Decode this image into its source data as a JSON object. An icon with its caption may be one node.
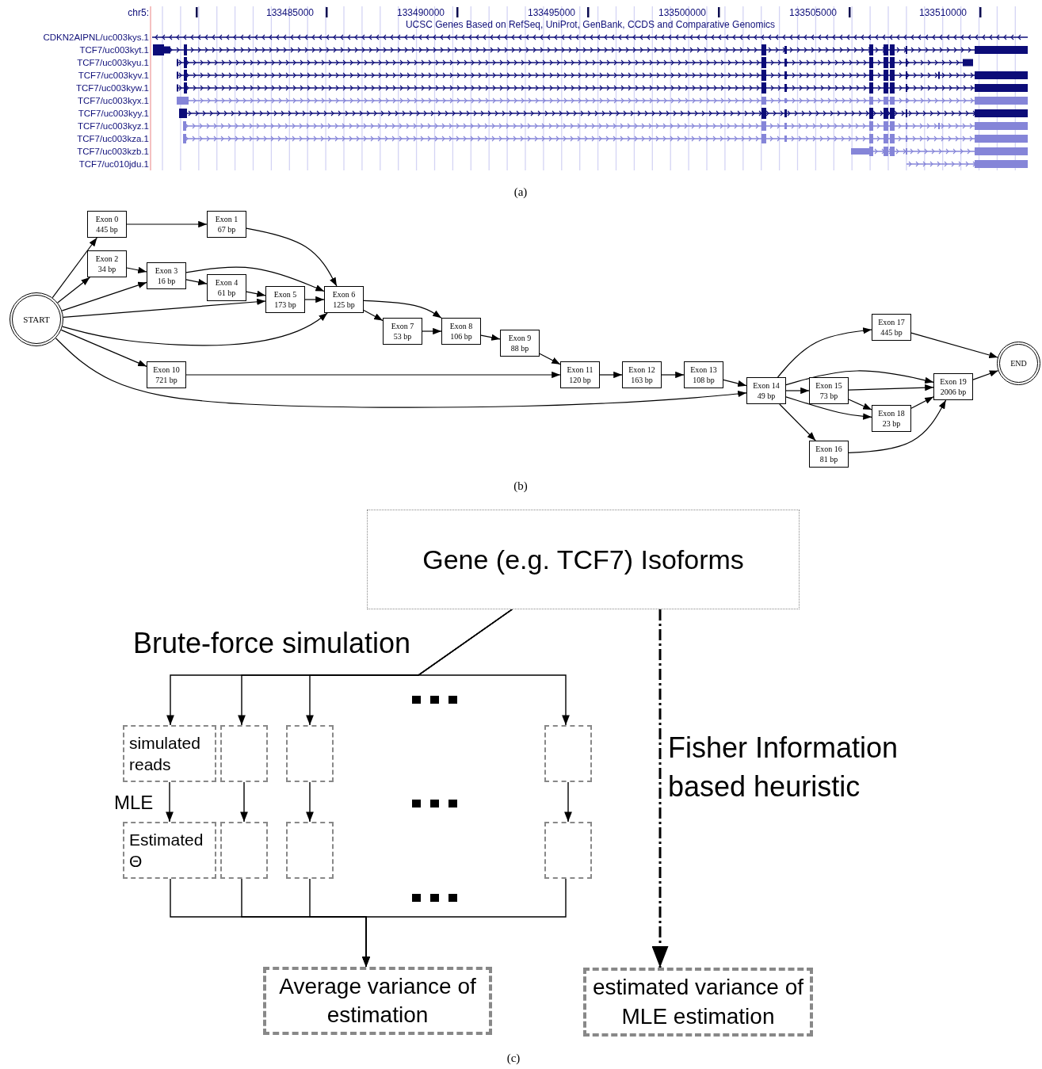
{
  "diagram": {
    "nodes": [
      {
        "text": [
          "START"
        ]
      },
      {
        "text": [
          "Exon 0",
          "445 bp"
        ]
      },
      {
        "text": [
          "Exon 1",
          "67 bp"
        ]
      },
      {
        "text": [
          "Exon 2",
          "34 bp"
        ]
      },
      {
        "text": [
          "Exon 3",
          "16 bp"
        ]
      },
      {
        "text": [
          "Exon 4",
          "61 bp"
        ]
      },
      {
        "text": [
          "Exon 5",
          "173 bp"
        ]
      },
      {
        "text": [
          "Exon 6",
          "125 bp"
        ]
      },
      {
        "text": [
          "Exon 7",
          "53 bp"
        ]
      },
      {
        "text": [
          "Exon 8",
          "106 bp"
        ]
      },
      {
        "text": [
          "Exon 9",
          "88 bp"
        ]
      },
      {
        "text": [
          "Exon 10",
          "721 bp"
        ]
      },
      {
        "text": [
          "Exon 11",
          "120 bp"
        ]
      },
      {
        "text": [
          "Exon 12",
          "163 bp"
        ]
      },
      {
        "text": [
          "Exon 13",
          "108 bp"
        ]
      },
      {
        "text": [
          "Exon 14",
          "49 bp"
        ]
      },
      {
        "text": [
          "Exon 15",
          "73 bp"
        ]
      },
      {
        "text": [
          "Exon 16",
          "81 bp"
        ]
      },
      {
        "text": [
          "Exon 17",
          "445 bp"
        ]
      },
      {
        "text": [
          "Exon 18",
          "23 bp"
        ]
      },
      {
        "text": [
          "Exon 19",
          "2006 bp"
        ]
      },
      {
        "text": [
          "END"
        ]
      },
      {
        "text": [
          "Gene (e.g. TCF7) Isoforms"
        ]
      },
      {
        "text": [
          "simulated reads"
        ]
      },
      {
        "text": [],
        "shape": "box"
      },
      {
        "text": [],
        "shape": "box"
      },
      {
        "text": [],
        "shape": "box"
      },
      {
        "text": [
          "Estimated Θ"
        ]
      },
      {
        "text": [],
        "shape": "box"
      },
      {
        "text": [],
        "shape": "box"
      },
      {
        "text": [],
        "shape": "box"
      },
      {
        "text": [
          "Average variance of estimation"
        ]
      },
      {
        "text": [
          "estimated variance of MLE estimation"
        ]
      }
    ],
    "edges": [
      {
        "from": 0,
        "to": 1,
        "arrow": "to"
      },
      {
        "from": 0,
        "to": 3,
        "arrow": "to"
      },
      {
        "from": 0,
        "to": 4,
        "arrow": "to"
      },
      {
        "from": 0,
        "to": 6,
        "arrow": "to"
      },
      {
        "from": 0,
        "to": 7,
        "arrow": "to"
      },
      {
        "from": 0,
        "to": 11,
        "arrow": "to"
      },
      {
        "from": 0,
        "to": 15,
        "arrow": "to"
      },
      {
        "from": 1,
        "to": 2,
        "arrow": "to"
      },
      {
        "from": 2,
        "to": 7,
        "arrow": "to"
      },
      {
        "from": 3,
        "to": 4,
        "arrow": "to"
      },
      {
        "from": 4,
        "to": 5,
        "arrow": "to"
      },
      {
        "from": 4,
        "to": 7,
        "arrow": "to"
      },
      {
        "from": 5,
        "to": 6,
        "arrow": "to"
      },
      {
        "from": 6,
        "to": 7,
        "arrow": "to"
      },
      {
        "from": 7,
        "to": 8,
        "arrow": "to"
      },
      {
        "from": 7,
        "to": 9,
        "arrow": "to"
      },
      {
        "from": 8,
        "to": 9,
        "arrow": "to"
      },
      {
        "from": 9,
        "to": 10,
        "arrow": "to"
      },
      {
        "from": 10,
        "to": 12,
        "arrow": "to"
      },
      {
        "from": 11,
        "to": 12,
        "arrow": "to"
      },
      {
        "from": 12,
        "to": 13,
        "arrow": "to"
      },
      {
        "from": 13,
        "to": 14,
        "arrow": "to"
      },
      {
        "from": 14,
        "to": 15,
        "arrow": "to"
      },
      {
        "from": 15,
        "to": 18,
        "arrow": "to"
      },
      {
        "from": 15,
        "to": 20,
        "arrow": "to"
      },
      {
        "from": 15,
        "to": 16,
        "arrow": "to"
      },
      {
        "from": 15,
        "to": 19,
        "arrow": "to"
      },
      {
        "from": 15,
        "to": 17,
        "arrow": "to"
      },
      {
        "from": 16,
        "to": 20,
        "arrow": "to"
      },
      {
        "from": 16,
        "to": 19,
        "arrow": "to"
      },
      {
        "from": 19,
        "to": 20,
        "arrow": "to"
      },
      {
        "from": 17,
        "to": 20,
        "arrow": "to"
      },
      {
        "from": 18,
        "to": 21,
        "arrow": "to"
      },
      {
        "from": 20,
        "to": 21,
        "arrow": "to"
      },
      {
        "from": 22,
        "to": 23,
        "arrow": "to",
        "label": "Brute-force simulation"
      },
      {
        "from": 22,
        "to": 24,
        "arrow": "to"
      },
      {
        "from": 22,
        "to": 25,
        "arrow": "to"
      },
      {
        "from": 22,
        "to": 26,
        "arrow": "to"
      },
      {
        "from": 23,
        "to": 27,
        "arrow": "to",
        "label": "MLE"
      },
      {
        "from": 24,
        "to": 28,
        "arrow": "to"
      },
      {
        "from": 25,
        "to": 29,
        "arrow": "to"
      },
      {
        "from": 26,
        "to": 30,
        "arrow": "to"
      },
      {
        "from": 27,
        "to": 31,
        "arrow": "to"
      },
      {
        "from": 28,
        "to": 31,
        "arrow": "to"
      },
      {
        "from": 29,
        "to": 31,
        "arrow": "to"
      },
      {
        "from": 30,
        "to": 31,
        "arrow": "to"
      },
      {
        "from": 22,
        "to": 32,
        "arrow": "to",
        "style": "dashed",
        "label": "Fisher Information based heuristic"
      }
    ],
    "labels": [
      "chr5:",
      "133485000",
      "133490000",
      "133495000",
      "133500000",
      "133505000",
      "133510000",
      "UCSC Genes Based on RefSeq, UniProt, GenBank, CCDS and Comparative Genomics",
      "CDKN2AIPNL/uc003kys.1",
      "TCF7/uc003kyt.1",
      "TCF7/uc003kyu.1",
      "TCF7/uc003kyv.1",
      "TCF7/uc003kyw.1",
      "TCF7/uc003kyx.1",
      "TCF7/uc003kyy.1",
      "TCF7/uc003kyz.1",
      "TCF7/uc003kza.1",
      "TCF7/uc003kzb.1",
      "TCF7/uc010jdu.1",
      "(a)",
      "(b)",
      "(c)"
    ]
  }
}
